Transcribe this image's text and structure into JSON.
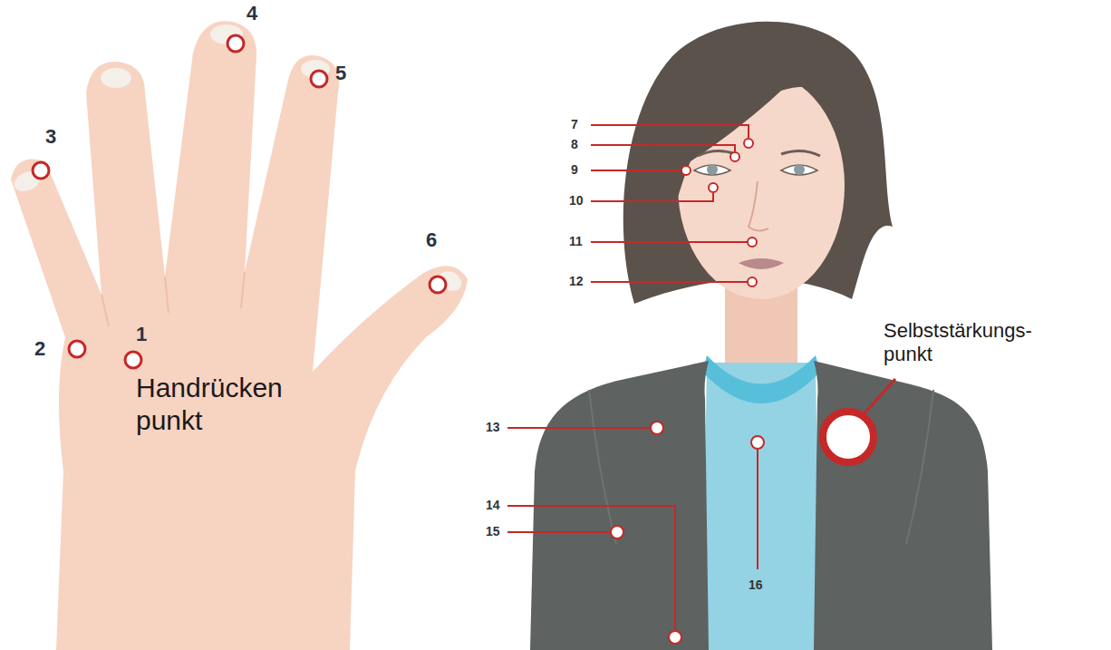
{
  "diagram": {
    "labels": [
      "4",
      "5",
      "3",
      "6",
      "2",
      "1",
      "Handrücken punkt",
      "7",
      "8",
      "9",
      "10",
      "11",
      "12",
      "13",
      "16",
      "14",
      "15",
      "Selbststärkungs- punkt"
    ]
  }
}
